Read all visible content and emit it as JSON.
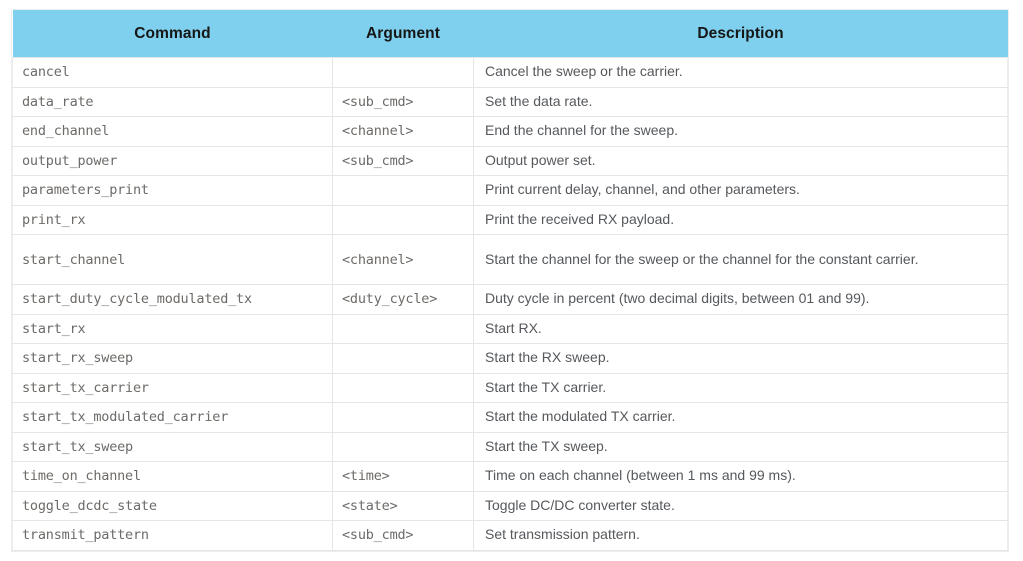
{
  "table": {
    "name": "radio-test-cli-command-reference",
    "headers": {
      "command": "Command",
      "argument": "Argument",
      "description": "Description"
    },
    "colors": {
      "header_background": "#7ed0ee",
      "header_text": "#161616",
      "grid_line": "#e4e5e6",
      "body_background": "#ffffff",
      "command_text": "#6d6a67",
      "description_text": "#55585c"
    },
    "rows": [
      {
        "command": "cancel",
        "argument": "",
        "description": "Cancel the sweep or the carrier.",
        "tall": false
      },
      {
        "command": "data_rate",
        "argument": "<sub_cmd>",
        "description": "Set the data rate.",
        "tall": false
      },
      {
        "command": "end_channel",
        "argument": "<channel>",
        "description": "End the channel for the sweep.",
        "tall": false
      },
      {
        "command": "output_power",
        "argument": "<sub_cmd>",
        "description": "Output power set.",
        "tall": false
      },
      {
        "command": "parameters_print",
        "argument": "",
        "description": "Print current delay, channel, and other parameters.",
        "tall": false
      },
      {
        "command": "print_rx",
        "argument": "",
        "description": "Print the received RX payload.",
        "tall": false
      },
      {
        "command": "start_channel",
        "argument": "<channel>",
        "description": "Start the channel for the sweep or the channel for the constant carrier.",
        "tall": true
      },
      {
        "command": "start_duty_cycle_modulated_tx",
        "argument": "<duty_cycle>",
        "description": "Duty cycle in percent (two decimal digits, between 01 and 99).",
        "tall": false
      },
      {
        "command": "start_rx",
        "argument": "",
        "description": "Start RX.",
        "tall": false
      },
      {
        "command": "start_rx_sweep",
        "argument": "",
        "description": "Start the RX sweep.",
        "tall": false
      },
      {
        "command": "start_tx_carrier",
        "argument": "",
        "description": "Start the TX carrier.",
        "tall": false
      },
      {
        "command": "start_tx_modulated_carrier",
        "argument": "",
        "description": "Start the modulated TX carrier.",
        "tall": false
      },
      {
        "command": "start_tx_sweep",
        "argument": "",
        "description": "Start the TX sweep.",
        "tall": false
      },
      {
        "command": "time_on_channel",
        "argument": "<time>",
        "description": "Time on each channel (between 1 ms and 99 ms).",
        "tall": false
      },
      {
        "command": "toggle_dcdc_state",
        "argument": "<state>",
        "description": "Toggle DC/DC converter state.",
        "tall": false
      },
      {
        "command": "transmit_pattern",
        "argument": "<sub_cmd>",
        "description": "Set transmission pattern.",
        "tall": false
      }
    ]
  }
}
